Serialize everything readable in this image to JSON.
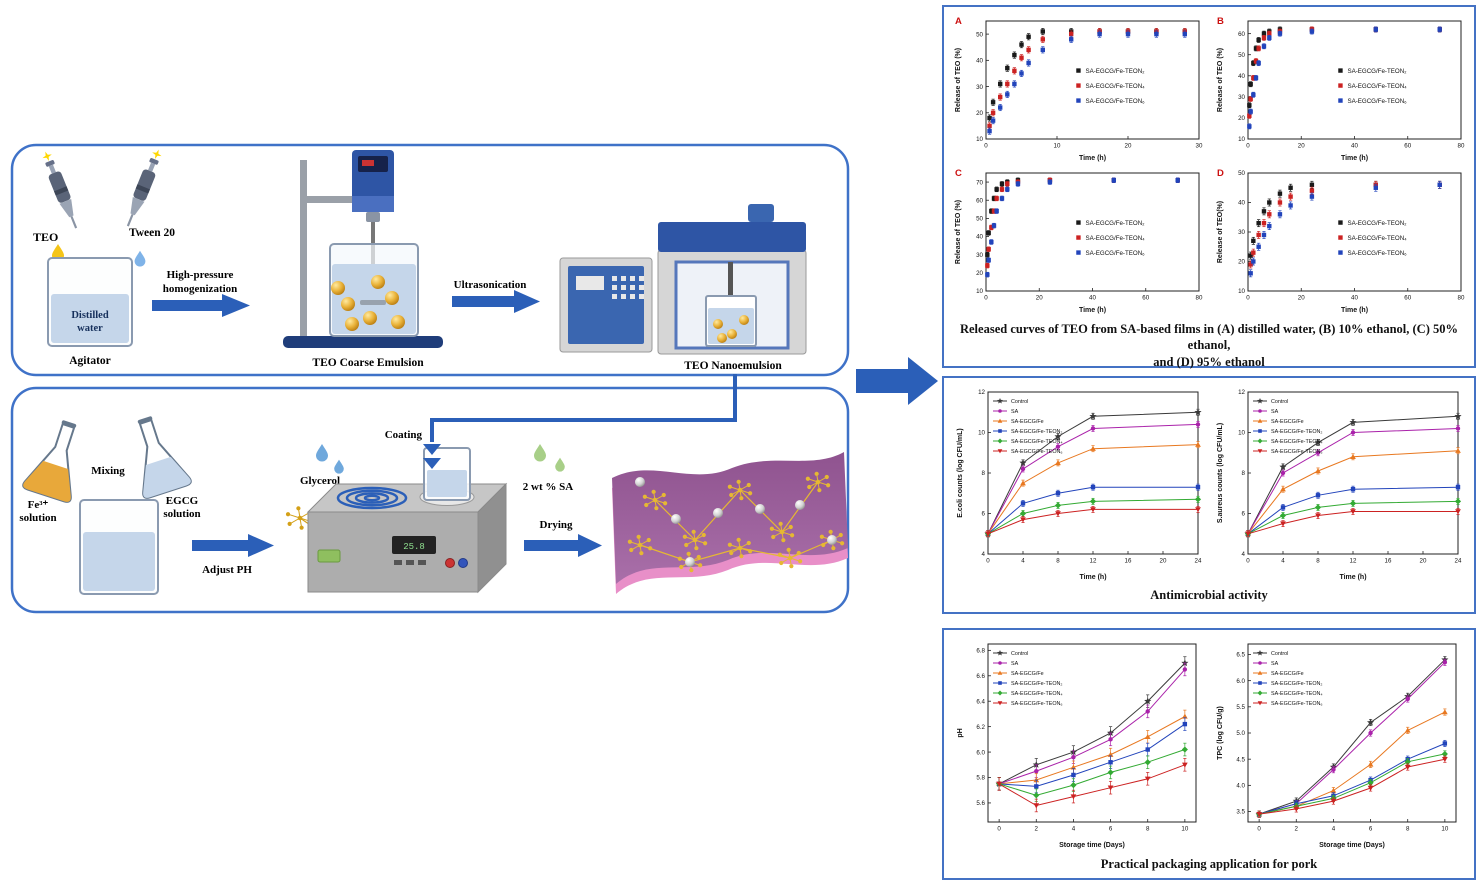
{
  "diagram": {
    "teo": "TEO",
    "tween": "Tween 20",
    "distilled1": "Distilled",
    "distilled2": "water",
    "agitator": "Agitator",
    "hp1": "High-pressure",
    "hp2": "homogenization",
    "coarse": "TEO Coarse Emulsion",
    "ultrasonication": "Ultrasonication",
    "nano": "TEO Nanoemulsion",
    "fe1": "Fe³⁺",
    "fe2": "solution",
    "mixing": "Mixing",
    "egcg1": "EGCG",
    "egcg2": "solution",
    "adjust_ph": "Adjust PH",
    "glycerol": "Glycerol",
    "coating": "Coating",
    "sa": "2 wt % SA",
    "drying": "Drying",
    "display": "25.8"
  },
  "captions": {
    "release1": "Released curves of TEO from SA-based films in (A) distilled water, (B) 10% ethanol, (C) 50% ethanol,",
    "release2": "and (D) 95% ethanol",
    "antimicrobial": "Antimicrobial activity",
    "packaging": "Practical packaging application for pork"
  },
  "colors": {
    "accent": "#2b5fb8",
    "panel_border": "#4472c4"
  },
  "chart_data": [
    {
      "id": "relA",
      "type": "scatter",
      "panel_label": "A",
      "xlabel": "Time (h)",
      "ylabel": "Release of TEO (%)",
      "xlim": [
        0,
        30
      ],
      "xticks": [
        0,
        10,
        20,
        30
      ],
      "ylim": [
        10,
        55
      ],
      "yticks": [
        10,
        20,
        30,
        40,
        50
      ],
      "err": 1.2,
      "legend_pos": "right",
      "m": {
        "l": 34,
        "r": 8,
        "t": 8,
        "b": 24
      },
      "x": [
        0.5,
        1,
        2,
        3,
        4,
        5,
        6,
        8,
        12,
        16,
        20,
        24,
        28
      ],
      "series": [
        {
          "name": "SA-EGCG/Fe-TEON₂",
          "color": "#1a1a1a",
          "marker": "square",
          "y": [
            18,
            24,
            31,
            37,
            42,
            46,
            49,
            51,
            51,
            51,
            51,
            51,
            51
          ]
        },
        {
          "name": "SA-EGCG/Fe-TEON₄",
          "color": "#cc2222",
          "marker": "square",
          "y": [
            15,
            20,
            26,
            31,
            36,
            41,
            44,
            48,
            50,
            51,
            51,
            51,
            51
          ]
        },
        {
          "name": "SA-EGCG/Fe-TEON₆",
          "color": "#2244bb",
          "marker": "square",
          "y": [
            13,
            17,
            22,
            27,
            31,
            35,
            39,
            44,
            48,
            50,
            50,
            50,
            50
          ]
        }
      ]
    },
    {
      "id": "relB",
      "type": "scatter",
      "panel_label": "B",
      "xlabel": "Time (h)",
      "ylabel": "Release of TEO (%)",
      "xlim": [
        0,
        80
      ],
      "xticks": [
        0,
        20,
        40,
        60,
        80
      ],
      "ylim": [
        10,
        66
      ],
      "yticks": [
        10,
        20,
        30,
        40,
        50,
        60
      ],
      "err": 1.2,
      "legend_pos": "right",
      "m": {
        "l": 34,
        "r": 8,
        "t": 8,
        "b": 24
      },
      "x": [
        0.5,
        1,
        2,
        3,
        4,
        6,
        8,
        12,
        24,
        48,
        72
      ],
      "series": [
        {
          "name": "SA-EGCG/Fe-TEON₂",
          "color": "#1a1a1a",
          "marker": "square",
          "y": [
            26,
            36,
            46,
            53,
            57,
            60,
            61,
            62,
            62,
            62,
            62
          ]
        },
        {
          "name": "SA-EGCG/Fe-TEON₄",
          "color": "#cc2222",
          "marker": "square",
          "y": [
            21,
            29,
            39,
            47,
            53,
            58,
            60,
            61,
            62,
            62,
            62
          ]
        },
        {
          "name": "SA-EGCG/Fe-TEON₆",
          "color": "#2244bb",
          "marker": "square",
          "y": [
            16,
            23,
            31,
            39,
            46,
            54,
            58,
            60,
            61,
            62,
            62
          ]
        }
      ]
    },
    {
      "id": "relC",
      "type": "scatter",
      "panel_label": "C",
      "xlabel": "Time (h)",
      "ylabel": "Release of TEO (%)",
      "xlim": [
        0,
        80
      ],
      "xticks": [
        0,
        20,
        40,
        60,
        80
      ],
      "ylim": [
        10,
        75
      ],
      "yticks": [
        10,
        20,
        30,
        40,
        50,
        60,
        70
      ],
      "err": 1.3,
      "legend_pos": "right",
      "m": {
        "l": 34,
        "r": 8,
        "t": 8,
        "b": 24
      },
      "x": [
        0.5,
        1,
        2,
        3,
        4,
        6,
        8,
        12,
        24,
        48,
        72
      ],
      "series": [
        {
          "name": "SA-EGCG/Fe-TEON₂",
          "color": "#1a1a1a",
          "marker": "square",
          "y": [
            30,
            42,
            54,
            61,
            66,
            69,
            70,
            71,
            71,
            71,
            71
          ]
        },
        {
          "name": "SA-EGCG/Fe-TEON₄",
          "color": "#cc2222",
          "marker": "square",
          "y": [
            24,
            33,
            45,
            54,
            61,
            66,
            69,
            70,
            71,
            71,
            71
          ]
        },
        {
          "name": "SA-EGCG/Fe-TEON₆",
          "color": "#2244bb",
          "marker": "square",
          "y": [
            19,
            27,
            37,
            46,
            54,
            61,
            66,
            69,
            70,
            71,
            71
          ]
        }
      ]
    },
    {
      "id": "relD",
      "type": "scatter",
      "panel_label": "D",
      "xlabel": "Time (h)",
      "ylabel": "Release of TEO(%)",
      "xlim": [
        0,
        80
      ],
      "xticks": [
        0,
        20,
        40,
        60,
        80
      ],
      "ylim": [
        10,
        50
      ],
      "yticks": [
        10,
        20,
        30,
        40,
        50
      ],
      "err": 1.2,
      "legend_pos": "right",
      "m": {
        "l": 34,
        "r": 8,
        "t": 8,
        "b": 24
      },
      "x": [
        1,
        2,
        4,
        6,
        8,
        12,
        16,
        24,
        48,
        72
      ],
      "series": [
        {
          "name": "SA-EGCG/Fe-TEON₂",
          "color": "#1a1a1a",
          "marker": "square",
          "y": [
            22,
            27,
            33,
            37,
            40,
            43,
            45,
            46,
            46,
            46
          ]
        },
        {
          "name": "SA-EGCG/Fe-TEON₄",
          "color": "#cc2222",
          "marker": "square",
          "y": [
            19,
            23,
            29,
            33,
            36,
            40,
            42,
            44,
            46,
            46
          ]
        },
        {
          "name": "SA-EGCG/Fe-TEON₆",
          "color": "#2244bb",
          "marker": "square",
          "y": [
            16,
            20,
            25,
            29,
            32,
            36,
            39,
            42,
            45,
            46
          ]
        }
      ]
    },
    {
      "id": "ecoli",
      "type": "line",
      "xlabel": "Time (h)",
      "ylabel": "E.coli counts (log CFU/mL)",
      "xlim": [
        0,
        24
      ],
      "xticks": [
        0,
        4,
        8,
        12,
        16,
        20,
        24
      ],
      "ylim": [
        4,
        12
      ],
      "yticks": [
        4,
        6,
        8,
        10,
        12
      ],
      "err": 0.15,
      "legend_pos": "topleft",
      "m": {
        "l": 34,
        "r": 8,
        "t": 8,
        "b": 28
      },
      "x": [
        0,
        4,
        8,
        12,
        24
      ],
      "series": [
        {
          "name": "Control",
          "color": "#3a3a3a",
          "marker": "star",
          "y": [
            5,
            8.5,
            9.8,
            10.8,
            11.0
          ]
        },
        {
          "name": "SA",
          "color": "#aa22aa",
          "marker": "circle",
          "y": [
            5,
            8.2,
            9.3,
            10.2,
            10.4
          ]
        },
        {
          "name": "SA-EGCG/Fe",
          "color": "#e87820",
          "marker": "triangle-up",
          "y": [
            5,
            7.5,
            8.5,
            9.2,
            9.4
          ]
        },
        {
          "name": "SA-EGCG/Fe-TEON₂",
          "color": "#2244bb",
          "marker": "square",
          "y": [
            5,
            6.5,
            7.0,
            7.3,
            7.3
          ]
        },
        {
          "name": "SA-EGCG/Fe-TEON₄",
          "color": "#33aa33",
          "marker": "diamond",
          "y": [
            5,
            6.0,
            6.4,
            6.6,
            6.7
          ]
        },
        {
          "name": "SA-EGCG/Fe-TEON₆",
          "color": "#cc2222",
          "marker": "triangle-down",
          "y": [
            5,
            5.7,
            6.0,
            6.2,
            6.2
          ]
        }
      ]
    },
    {
      "id": "saureus",
      "type": "line",
      "xlabel": "Time (h)",
      "ylabel": "S.aureus counts (log CFU/mL)",
      "xlim": [
        0,
        24
      ],
      "xticks": [
        0,
        4,
        8,
        12,
        16,
        20,
        24
      ],
      "ylim": [
        4,
        12
      ],
      "yticks": [
        4,
        6,
        8,
        10,
        12
      ],
      "err": 0.15,
      "legend_pos": "topleft",
      "m": {
        "l": 34,
        "r": 8,
        "t": 8,
        "b": 28
      },
      "x": [
        0,
        4,
        8,
        12,
        24
      ],
      "series": [
        {
          "name": "Control",
          "color": "#3a3a3a",
          "marker": "star",
          "y": [
            5,
            8.3,
            9.5,
            10.5,
            10.8
          ]
        },
        {
          "name": "SA",
          "color": "#aa22aa",
          "marker": "circle",
          "y": [
            5,
            8.0,
            9.0,
            10.0,
            10.2
          ]
        },
        {
          "name": "SA-EGCG/Fe",
          "color": "#e87820",
          "marker": "triangle-up",
          "y": [
            5,
            7.2,
            8.1,
            8.8,
            9.1
          ]
        },
        {
          "name": "SA-EGCG/Fe-TEON₂",
          "color": "#2244bb",
          "marker": "square",
          "y": [
            5,
            6.3,
            6.9,
            7.2,
            7.3
          ]
        },
        {
          "name": "SA-EGCG/Fe-TEON₄",
          "color": "#33aa33",
          "marker": "diamond",
          "y": [
            5,
            5.9,
            6.3,
            6.5,
            6.6
          ]
        },
        {
          "name": "SA-EGCG/Fe-TEON₆",
          "color": "#cc2222",
          "marker": "triangle-down",
          "y": [
            5,
            5.5,
            5.9,
            6.1,
            6.1
          ]
        }
      ]
    },
    {
      "id": "ph",
      "type": "line",
      "xlabel": "Storage time (Days)",
      "ylabel": "pH",
      "xlim": [
        -0.6,
        10.6
      ],
      "xticks": [
        0,
        2,
        4,
        6,
        8,
        10
      ],
      "ylim": [
        5.45,
        6.85
      ],
      "yticks": [
        "5.6",
        "5.8",
        "6.0",
        "6.2",
        "6.4",
        "6.6",
        "6.8"
      ],
      "err": 0.05,
      "legend_pos": "topleft",
      "m": {
        "l": 34,
        "r": 10,
        "t": 8,
        "b": 28
      },
      "x": [
        0,
        2,
        4,
        6,
        8,
        10
      ],
      "series": [
        {
          "name": "Control",
          "color": "#3a3a3a",
          "marker": "star",
          "y": [
            5.75,
            5.9,
            6.0,
            6.15,
            6.4,
            6.7
          ]
        },
        {
          "name": "SA",
          "color": "#aa22aa",
          "marker": "circle",
          "y": [
            5.75,
            5.85,
            5.96,
            6.1,
            6.32,
            6.65
          ]
        },
        {
          "name": "SA-EGCG/Fe",
          "color": "#e87820",
          "marker": "triangle-up",
          "y": [
            5.75,
            5.78,
            5.88,
            5.98,
            6.12,
            6.28
          ]
        },
        {
          "name": "SA-EGCG/Fe-TEON₂",
          "color": "#2244bb",
          "marker": "square",
          "y": [
            5.75,
            5.73,
            5.82,
            5.92,
            6.02,
            6.22
          ]
        },
        {
          "name": "SA-EGCG/Fe-TEON₄",
          "color": "#33aa33",
          "marker": "diamond",
          "y": [
            5.75,
            5.66,
            5.74,
            5.84,
            5.92,
            6.02
          ]
        },
        {
          "name": "SA-EGCG/Fe-TEON₆",
          "color": "#cc2222",
          "marker": "triangle-down",
          "y": [
            5.75,
            5.58,
            5.65,
            5.72,
            5.79,
            5.9
          ]
        }
      ]
    },
    {
      "id": "tpc",
      "type": "line",
      "xlabel": "Storage time (Days)",
      "ylabel": "TPC (log CFU/g)",
      "xlim": [
        -0.6,
        10.6
      ],
      "xticks": [
        0,
        2,
        4,
        6,
        8,
        10
      ],
      "ylim": [
        3.3,
        6.7
      ],
      "yticks": [
        "3.5",
        "4.0",
        "4.5",
        "5.0",
        "5.5",
        "6.0",
        "6.5"
      ],
      "err": 0.06,
      "legend_pos": "topleft",
      "m": {
        "l": 34,
        "r": 10,
        "t": 8,
        "b": 28
      },
      "x": [
        0,
        2,
        4,
        6,
        8,
        10
      ],
      "series": [
        {
          "name": "Control",
          "color": "#3a3a3a",
          "marker": "star",
          "y": [
            3.45,
            3.7,
            4.35,
            5.2,
            5.7,
            6.4
          ]
        },
        {
          "name": "SA",
          "color": "#aa22aa",
          "marker": "circle",
          "y": [
            3.45,
            3.65,
            4.3,
            5.0,
            5.65,
            6.35
          ]
        },
        {
          "name": "SA-EGCG/Fe",
          "color": "#e87820",
          "marker": "triangle-up",
          "y": [
            3.45,
            3.6,
            3.9,
            4.4,
            5.05,
            5.4
          ]
        },
        {
          "name": "SA-EGCG/Fe-TEON₂",
          "color": "#2244bb",
          "marker": "square",
          "y": [
            3.45,
            3.65,
            3.8,
            4.1,
            4.5,
            4.8
          ]
        },
        {
          "name": "SA-EGCG/Fe-TEON₄",
          "color": "#33aa33",
          "marker": "diamond",
          "y": [
            3.45,
            3.6,
            3.75,
            4.05,
            4.45,
            4.6
          ]
        },
        {
          "name": "SA-EGCG/Fe-TEON₆",
          "color": "#cc2222",
          "marker": "triangle-down",
          "y": [
            3.45,
            3.55,
            3.7,
            3.95,
            4.35,
            4.5
          ]
        }
      ]
    }
  ]
}
